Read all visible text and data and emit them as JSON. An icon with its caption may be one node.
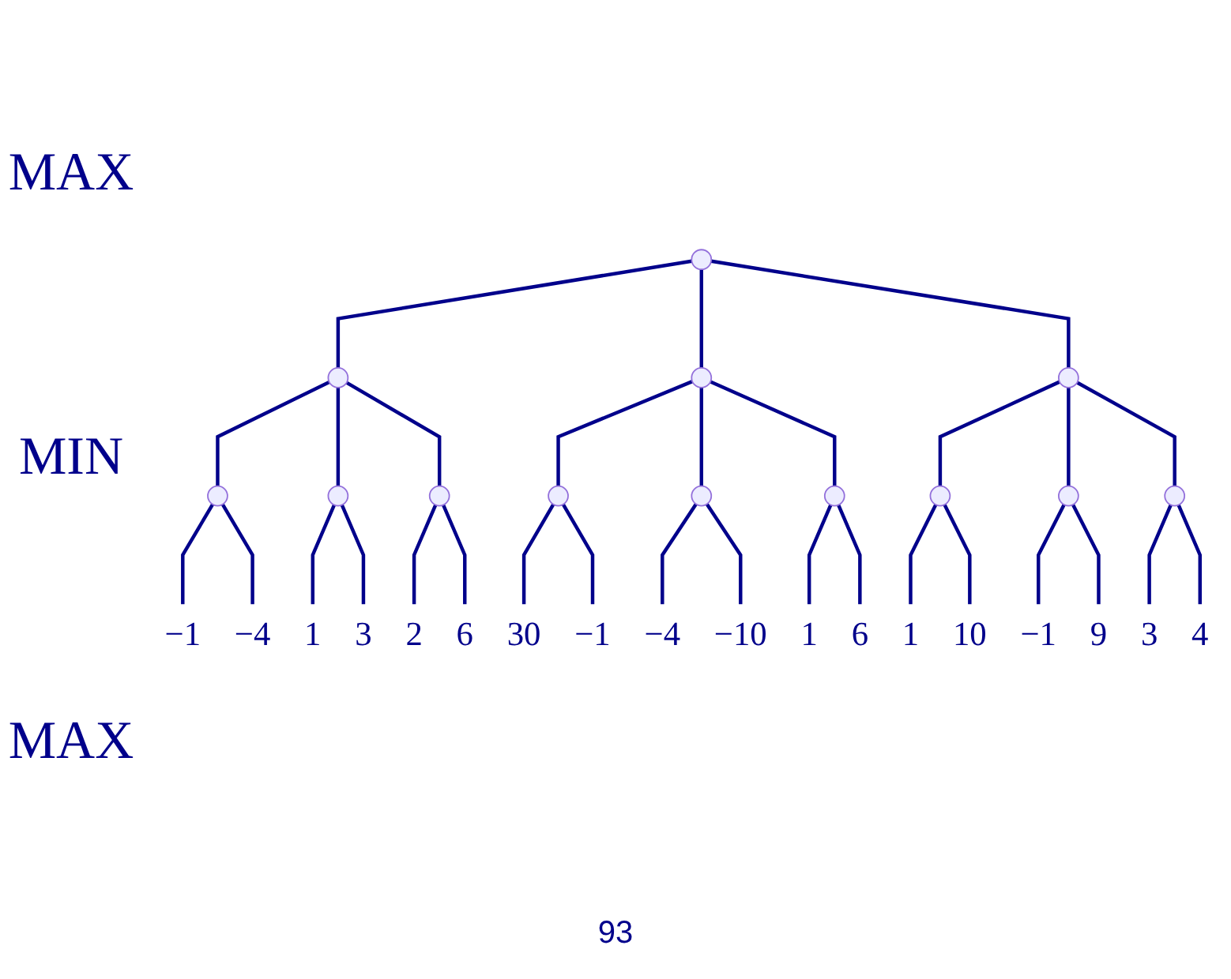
{
  "diagram": {
    "nodes": [
      {
        "text": [],
        "shape": "point"
      },
      {
        "text": [],
        "shape": "point"
      },
      {
        "text": [],
        "shape": "point"
      },
      {
        "text": [],
        "shape": "point"
      },
      {
        "text": [],
        "shape": "point"
      },
      {
        "text": [],
        "shape": "point"
      },
      {
        "text": [],
        "shape": "point"
      },
      {
        "text": [],
        "shape": "point"
      },
      {
        "text": [],
        "shape": "point"
      },
      {
        "text": [],
        "shape": "point"
      },
      {
        "text": [],
        "shape": "point"
      },
      {
        "text": [],
        "shape": "point"
      },
      {
        "text": [],
        "shape": "point"
      },
      {
        "text": [
          "−1"
        ]
      },
      {
        "text": [
          "−4"
        ]
      },
      {
        "text": [
          "1"
        ]
      },
      {
        "text": [
          "3"
        ]
      },
      {
        "text": [
          "2"
        ]
      },
      {
        "text": [
          "6"
        ]
      },
      {
        "text": [
          "30"
        ]
      },
      {
        "text": [
          "−1"
        ]
      },
      {
        "text": [
          "−4"
        ]
      },
      {
        "text": [
          "−10"
        ]
      },
      {
        "text": [
          "1"
        ]
      },
      {
        "text": [
          "6"
        ]
      },
      {
        "text": [
          "1"
        ]
      },
      {
        "text": [
          "10"
        ]
      },
      {
        "text": [
          "−1"
        ]
      },
      {
        "text": [
          "9"
        ]
      },
      {
        "text": [
          "3"
        ]
      },
      {
        "text": [
          "4"
        ]
      }
    ],
    "edges": [
      {
        "from": 0,
        "to": 1,
        "arrow": "none"
      },
      {
        "from": 0,
        "to": 2,
        "arrow": "none"
      },
      {
        "from": 0,
        "to": 3,
        "arrow": "none"
      },
      {
        "from": 1,
        "to": 4,
        "arrow": "none"
      },
      {
        "from": 1,
        "to": 5,
        "arrow": "none"
      },
      {
        "from": 1,
        "to": 6,
        "arrow": "none"
      },
      {
        "from": 2,
        "to": 7,
        "arrow": "none"
      },
      {
        "from": 2,
        "to": 8,
        "arrow": "none"
      },
      {
        "from": 2,
        "to": 9,
        "arrow": "none"
      },
      {
        "from": 3,
        "to": 10,
        "arrow": "none"
      },
      {
        "from": 3,
        "to": 11,
        "arrow": "none"
      },
      {
        "from": 3,
        "to": 12,
        "arrow": "none"
      },
      {
        "from": 4,
        "to": 13,
        "arrow": "none"
      },
      {
        "from": 4,
        "to": 14,
        "arrow": "none"
      },
      {
        "from": 5,
        "to": 15,
        "arrow": "none"
      },
      {
        "from": 5,
        "to": 16,
        "arrow": "none"
      },
      {
        "from": 6,
        "to": 17,
        "arrow": "none"
      },
      {
        "from": 6,
        "to": 18,
        "arrow": "none"
      },
      {
        "from": 7,
        "to": 19,
        "arrow": "none"
      },
      {
        "from": 7,
        "to": 20,
        "arrow": "none"
      },
      {
        "from": 8,
        "to": 21,
        "arrow": "none"
      },
      {
        "from": 8,
        "to": 22,
        "arrow": "none"
      },
      {
        "from": 9,
        "to": 23,
        "arrow": "none"
      },
      {
        "from": 9,
        "to": 24,
        "arrow": "none"
      },
      {
        "from": 10,
        "to": 25,
        "arrow": "none"
      },
      {
        "from": 10,
        "to": 26,
        "arrow": "none"
      },
      {
        "from": 11,
        "to": 27,
        "arrow": "none"
      },
      {
        "from": 11,
        "to": 28,
        "arrow": "none"
      },
      {
        "from": 12,
        "to": 29,
        "arrow": "none"
      },
      {
        "from": 12,
        "to": 30,
        "arrow": "none"
      }
    ],
    "labels": [
      "MAX",
      "MIN",
      "MAX",
      "93"
    ]
  }
}
